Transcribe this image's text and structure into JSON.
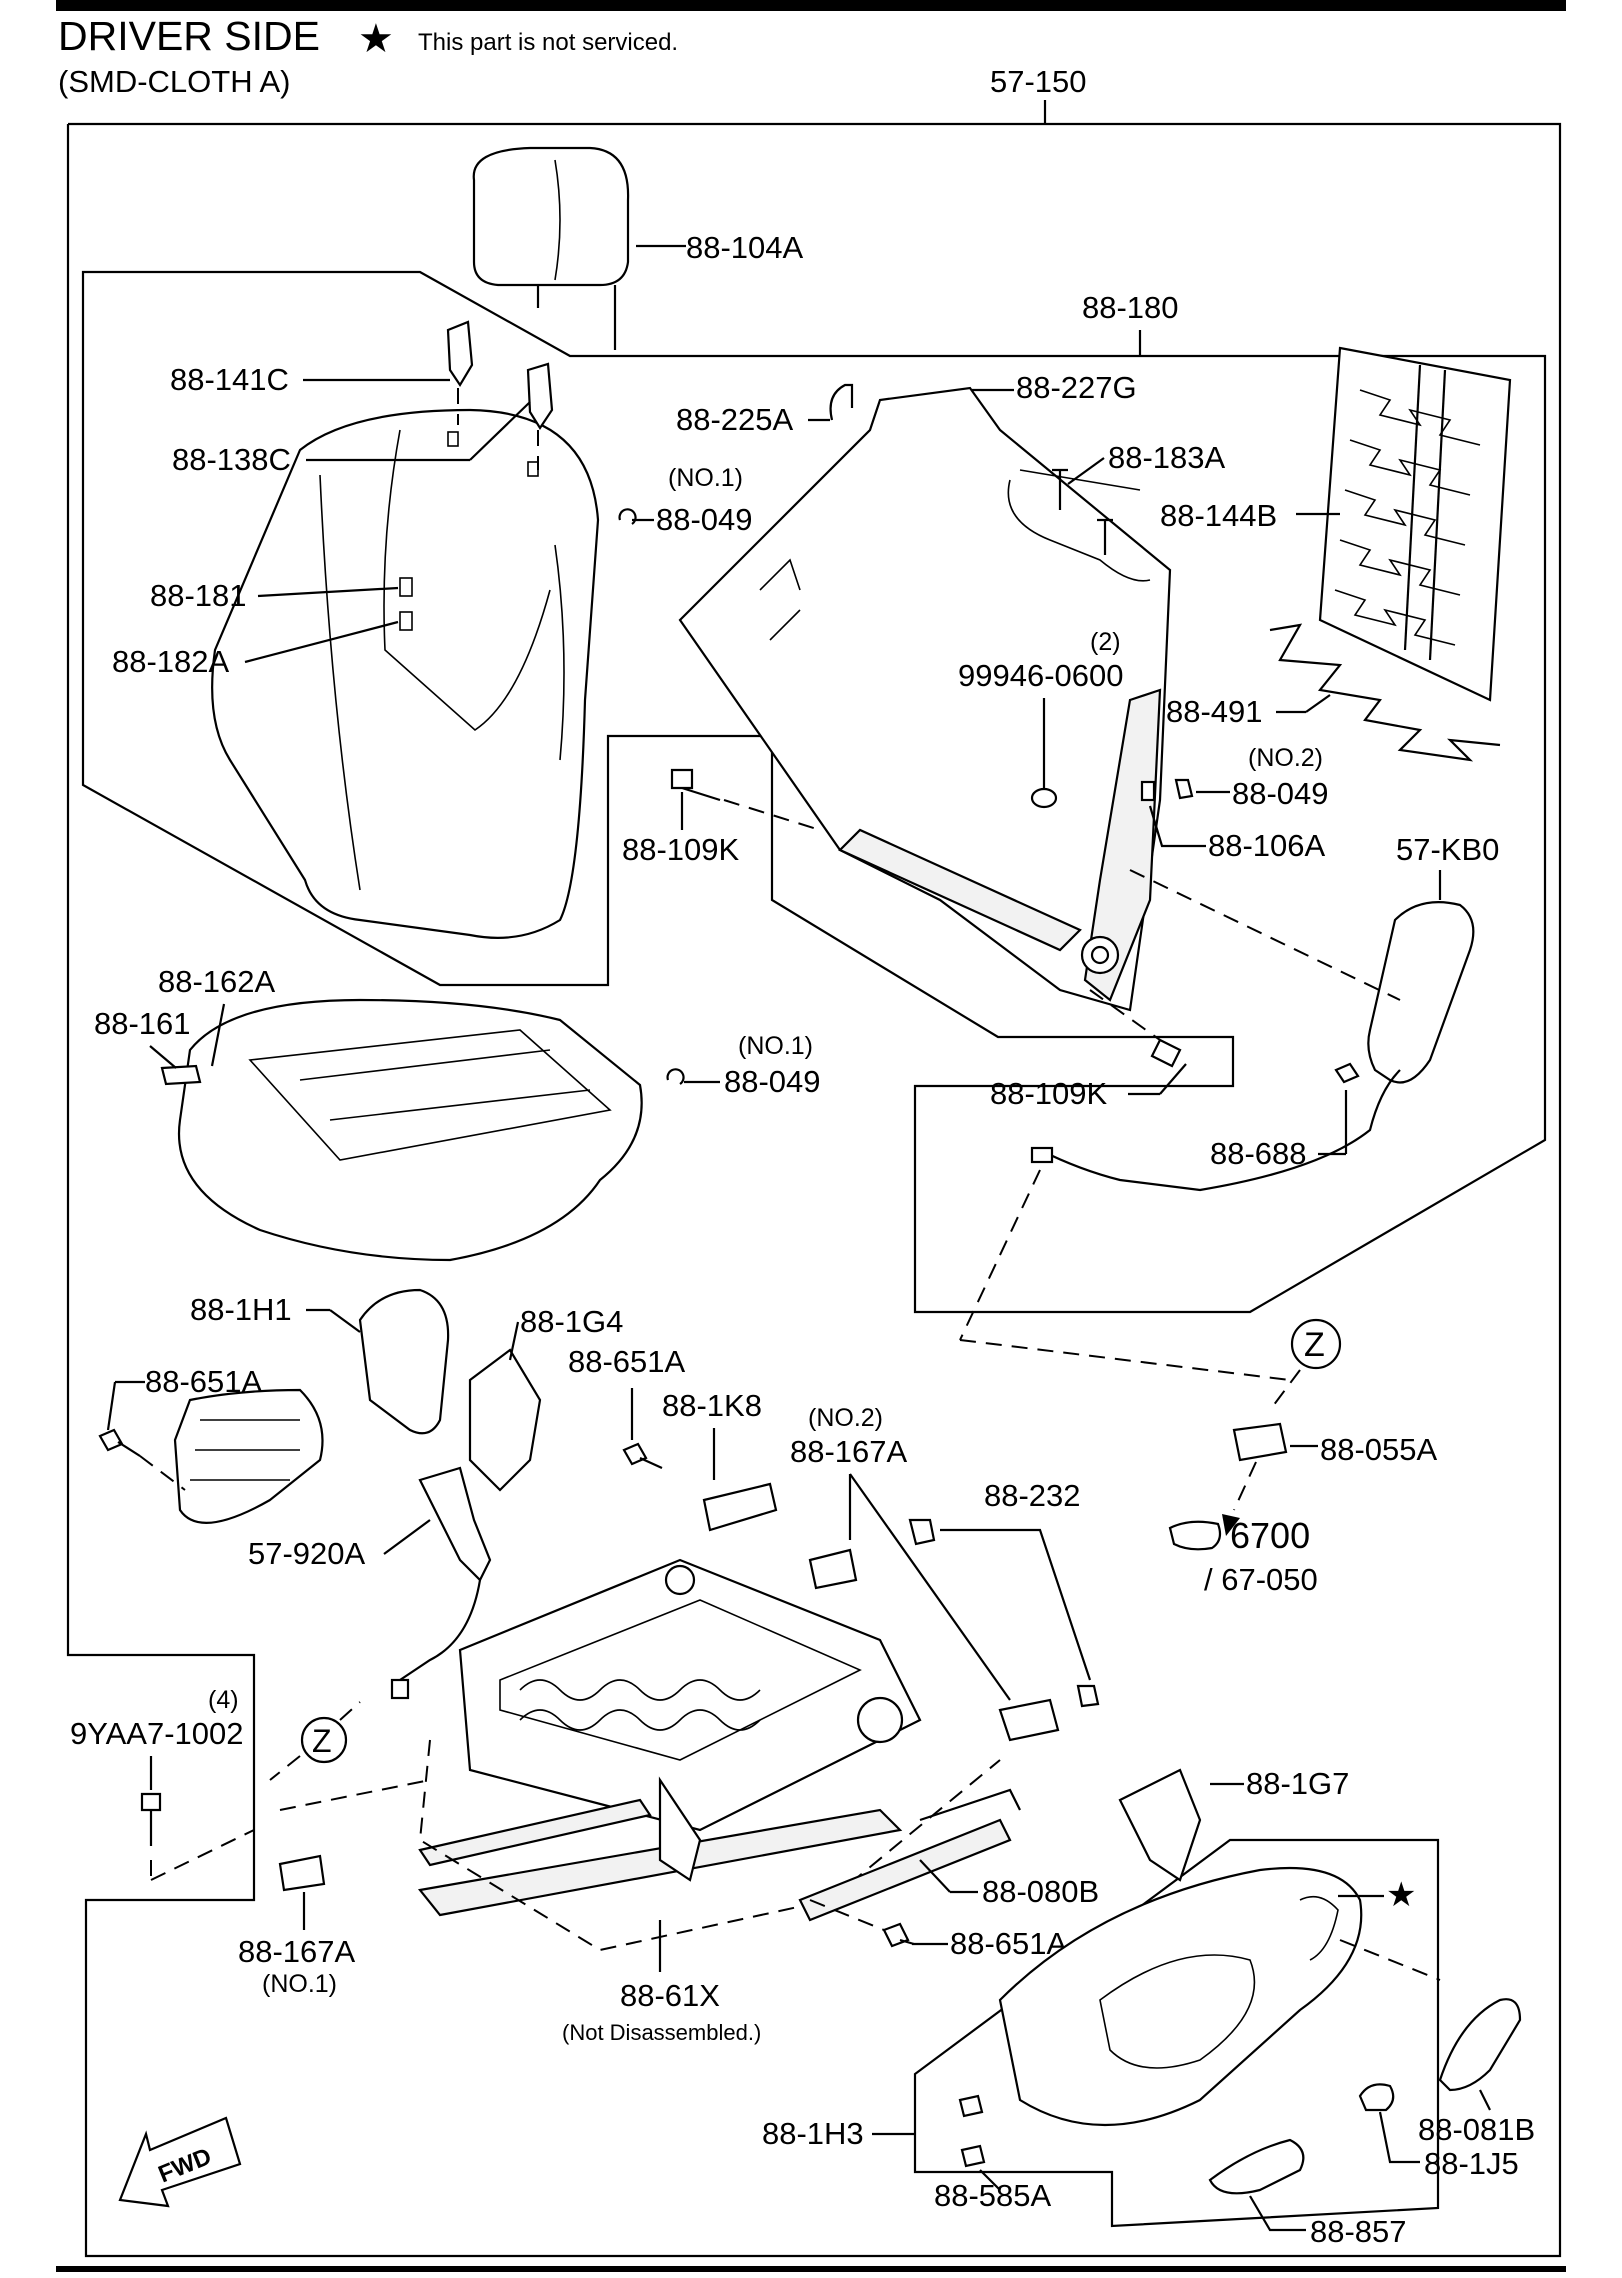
{
  "header": {
    "title": "DRIVER SIDE",
    "star_note": "This part is not serviced.",
    "subtitle": "(SMD-CLOTH A)",
    "group_number": "57-150"
  },
  "parts": {
    "headrest": "88-104A",
    "backrest_frame_group": "88-180",
    "guide_141c": "88-141C",
    "guide_138c": "88-138C",
    "back_frame": "88-227G",
    "clip_225a": "88-225A",
    "bracket_183a": "88-183A",
    "hog_ring_no1_note": "(NO.1)",
    "hog_ring_no1": "88-049",
    "spring_144b": "88-144B",
    "label_181": "88-181",
    "label_182a": "88-182A",
    "bolt_qty": "(2)",
    "bolt_99946": "99946-0600",
    "mat_491": "88-491",
    "hog_ring_no2_note": "(NO.2)",
    "hog_ring_no2": "88-049",
    "bracket_106a": "88-106A",
    "bolt_109k_top": "88-109K",
    "side_airbag": "57-KB0",
    "cushion_label_162a": "88-162A",
    "cushion_label_161": "88-161",
    "hog_ring_no1_b_note": "(NO.1)",
    "hog_ring_no1_b": "88-049",
    "bolt_109k_bottom": "88-109K",
    "harness_688": "88-688",
    "cover_1h1": "88-1H1",
    "cover_1g4": "88-1G4",
    "screw_651a_left": "88-651A",
    "screw_651a_mid": "88-651A",
    "cover_1k8": "88-1K8",
    "cover_167a_no2_note": "(NO.2)",
    "cover_167a_no2": "88-167A",
    "harness_232": "88-232",
    "connector_055a": "88-055A",
    "ref_6700": "6700",
    "ref_67050": "/ 67-050",
    "buckle_920a": "57-920A",
    "bolt_qty_4": "(4)",
    "bolt_9yaa7": "9YAA7-1002",
    "cover_1g7": "88-1G7",
    "cover_080b": "88-080B",
    "screw_651a_bottom": "88-651A",
    "cover_167a_no1": "88-167A",
    "cover_167a_no1_note": "(NO.1)",
    "adjuster_61x": "88-61X",
    "adjuster_61x_note": "(Not Disassembled.)",
    "side_cover_1h3": "88-1H3",
    "clip_585a": "88-585A",
    "knob_081b": "88-081B",
    "knob_1j5": "88-1J5",
    "lever_857": "88-857",
    "z_marker_top": "Z",
    "z_marker_left": "Z",
    "fwd_arrow": "FWD",
    "star_symbol": "★"
  }
}
